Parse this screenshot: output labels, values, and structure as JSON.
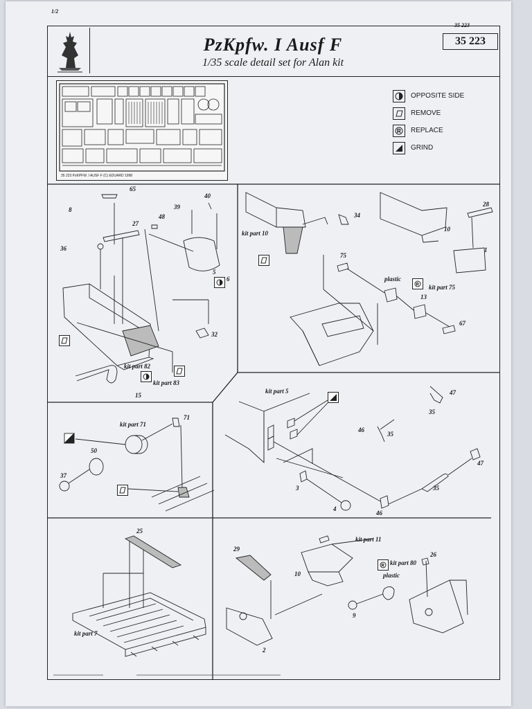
{
  "page": {
    "corner_left": "1/2",
    "corner_right": "35 223"
  },
  "header": {
    "title": "PzKpfw. I  Ausf  F",
    "subtitle": "1/35 scale detail set for Alan kit",
    "set_number": "35 223"
  },
  "fret_caption": "35 223  PzKPFW. I  AUSF  F     (C) EDUARD 1998",
  "legend": [
    {
      "icon": "opposite-side-icon",
      "label": "OPPOSITE SIDE"
    },
    {
      "icon": "remove-icon",
      "label": "REMOVE"
    },
    {
      "icon": "replace-icon",
      "label": "REPLACE"
    },
    {
      "icon": "grind-icon",
      "label": "GRIND"
    }
  ],
  "step1": {
    "parts": [
      "65",
      "8",
      "27",
      "36",
      "48",
      "39",
      "40",
      "5",
      "6",
      "32",
      "15"
    ],
    "kit_part_a": "kit part 82",
    "kit_part_b": "kit part 83"
  },
  "step2": {
    "parts": [
      "34",
      "28",
      "10",
      "1",
      "75",
      "13",
      "67"
    ],
    "kit_part_a": "kit part 10",
    "kit_part_b": "kit part 75",
    "plastic": "plastic"
  },
  "step3": {
    "parts": [
      "71",
      "50",
      "37"
    ],
    "kit_part": "kit part 71"
  },
  "step4": {
    "parts": [
      "47",
      "35",
      "46",
      "35",
      "47",
      "35",
      "3",
      "4",
      "46"
    ],
    "kit_part": "kit part 5"
  },
  "step5": {
    "parts": [
      "25"
    ],
    "kit_part": "kit part 7"
  },
  "step6": {
    "parts": [
      "29",
      "10",
      "26",
      "9",
      "2"
    ],
    "kit_part_a": "kit part 11",
    "kit_part_b": "kit part 80",
    "plastic": "plastic"
  }
}
